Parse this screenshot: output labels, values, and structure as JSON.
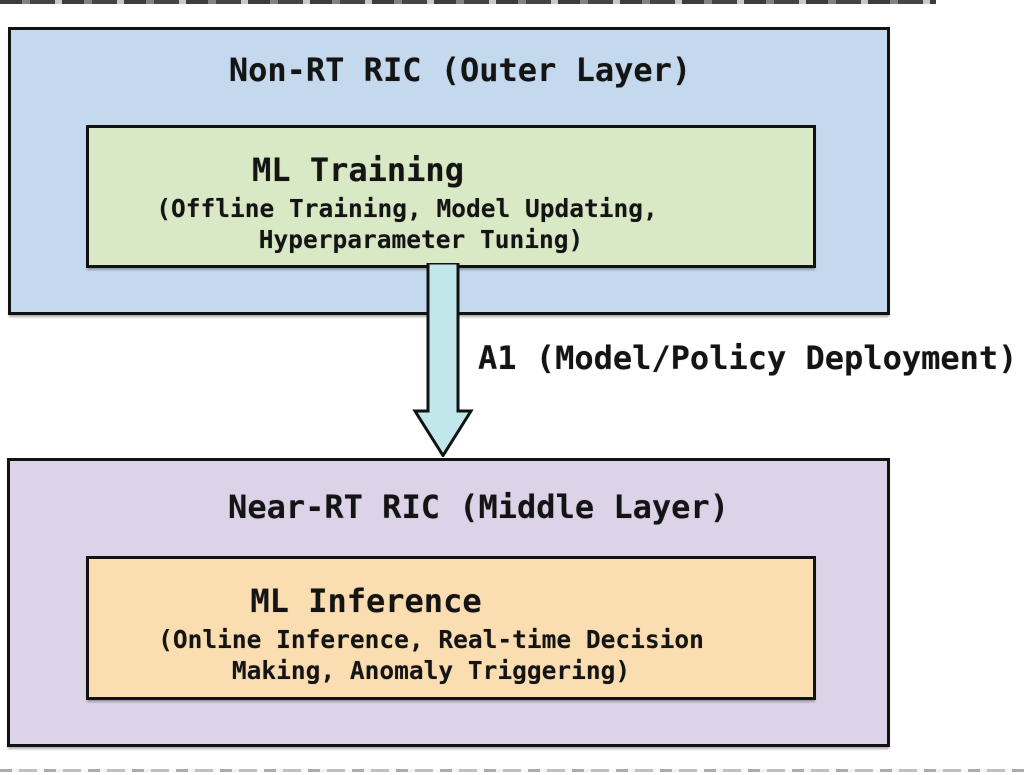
{
  "page": {
    "background": "#ffffff",
    "border_color": "#121212",
    "text_color": "#141414"
  },
  "top_box": {
    "title": "Non-RT RIC (Outer Layer)",
    "fill": "#C5D9EE",
    "inner_box": {
      "title": "ML Training",
      "subtitle_lines": [
        "(Offline Training, Model Updating,",
        "Hyperparameter Tuning)"
      ],
      "fill": "#D9E8C5"
    }
  },
  "arrow": {
    "label": "A1 (Model/Policy Deployment)",
    "fill": "#C2E7EB",
    "direction": "down"
  },
  "bottom_box": {
    "title": "Near-RT RIC (Middle Layer)",
    "fill": "#DDD3E8",
    "inner_box": {
      "title": "ML Inference",
      "subtitle_lines": [
        "(Online Inference, Real-time Decision",
        "Making, Anomaly Triggering)"
      ],
      "fill": "#FADEB2"
    }
  }
}
